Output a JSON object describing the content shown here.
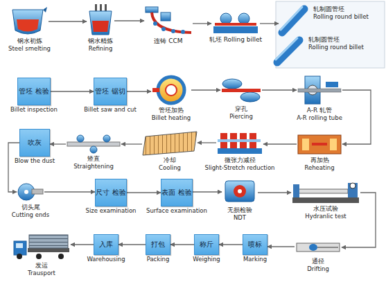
{
  "diagram": {
    "nodes": [
      {
        "text": [
          "钢水初炼",
          "Steel smelting"
        ]
      },
      {
        "text": [
          "钢水精炼",
          "Refining"
        ]
      },
      {
        "text": [
          "连铸 CCM"
        ]
      },
      {
        "text": [
          "轧坯 Rolling billet"
        ]
      },
      {
        "text": [
          "轧制圆管坯",
          "Rolling round billet"
        ]
      },
      {
        "text": [
          "轧制圆管坯",
          "Rolling round billet"
        ]
      },
      {
        "text": [
          "管坯 检验",
          "Billet inspection"
        ]
      },
      {
        "text": [
          "管坯 锯切",
          "Billet saw and cut"
        ]
      },
      {
        "text": [
          "管坯加热",
          "Billet heating"
        ]
      },
      {
        "text": [
          "穿孔",
          "Piercing"
        ]
      },
      {
        "text": [
          "A-R 轧管",
          "A-R rolling tube"
        ]
      },
      {
        "text": [
          "再加热",
          "Reheating"
        ]
      },
      {
        "text": [
          "微张力减径",
          "Slight-Stretch reduction"
        ]
      },
      {
        "text": [
          "冷却",
          "Cooling"
        ]
      },
      {
        "text": [
          "矫直",
          "Straightening"
        ]
      },
      {
        "text": [
          "吹灰",
          "Blow the dust"
        ]
      },
      {
        "text": [
          "切头尾",
          "Cutting ends"
        ]
      },
      {
        "text": [
          "尺寸 检验",
          "Size examination"
        ]
      },
      {
        "text": [
          "表面 检验",
          "Surface examination"
        ]
      },
      {
        "text": [
          "无损检验",
          "NDT"
        ]
      },
      {
        "text": [
          "水压试验",
          "Hydranlic test"
        ]
      },
      {
        "text": [
          "通径",
          "Drifting"
        ]
      },
      {
        "text": [
          "喷标",
          "Marking"
        ]
      },
      {
        "text": [
          "称斤",
          "Weighing"
        ]
      },
      {
        "text": [
          "打包",
          "Packing"
        ]
      },
      {
        "text": [
          "入库",
          "Warehousing"
        ]
      },
      {
        "text": [
          "发运",
          "Trausport"
        ]
      }
    ],
    "edges": [
      {
        "from": 0,
        "to": 1,
        "arrow": "to"
      },
      {
        "from": 1,
        "to": 2,
        "arrow": "to"
      },
      {
        "from": 2,
        "to": 3,
        "arrow": "to"
      },
      {
        "from": 3,
        "to": 4,
        "arrow": "to"
      },
      {
        "from": 6,
        "to": 7,
        "arrow": "to"
      },
      {
        "from": 7,
        "to": 8,
        "arrow": "to"
      },
      {
        "from": 8,
        "to": 9,
        "arrow": "to"
      },
      {
        "from": 9,
        "to": 10,
        "arrow": "to"
      },
      {
        "from": 10,
        "to": 11,
        "arrow": "to"
      },
      {
        "from": 11,
        "to": 12,
        "arrow": "to"
      },
      {
        "from": 12,
        "to": 13,
        "arrow": "to"
      },
      {
        "from": 13,
        "to": 14,
        "arrow": "to"
      },
      {
        "from": 14,
        "to": 15,
        "arrow": "to"
      },
      {
        "from": 15,
        "to": 16,
        "arrow": "to"
      },
      {
        "from": 16,
        "to": 17,
        "arrow": "to"
      },
      {
        "from": 17,
        "to": 18,
        "arrow": "to"
      },
      {
        "from": 18,
        "to": 19,
        "arrow": "to"
      },
      {
        "from": 19,
        "to": 20,
        "arrow": "to"
      },
      {
        "from": 20,
        "to": 21,
        "arrow": "to"
      },
      {
        "from": 21,
        "to": 22,
        "arrow": "to"
      },
      {
        "from": 22,
        "to": 23,
        "arrow": "to"
      },
      {
        "from": 23,
        "to": 24,
        "arrow": "to"
      },
      {
        "from": 24,
        "to": 25,
        "arrow": "to"
      },
      {
        "from": 25,
        "to": 26,
        "arrow": "to"
      }
    ]
  }
}
